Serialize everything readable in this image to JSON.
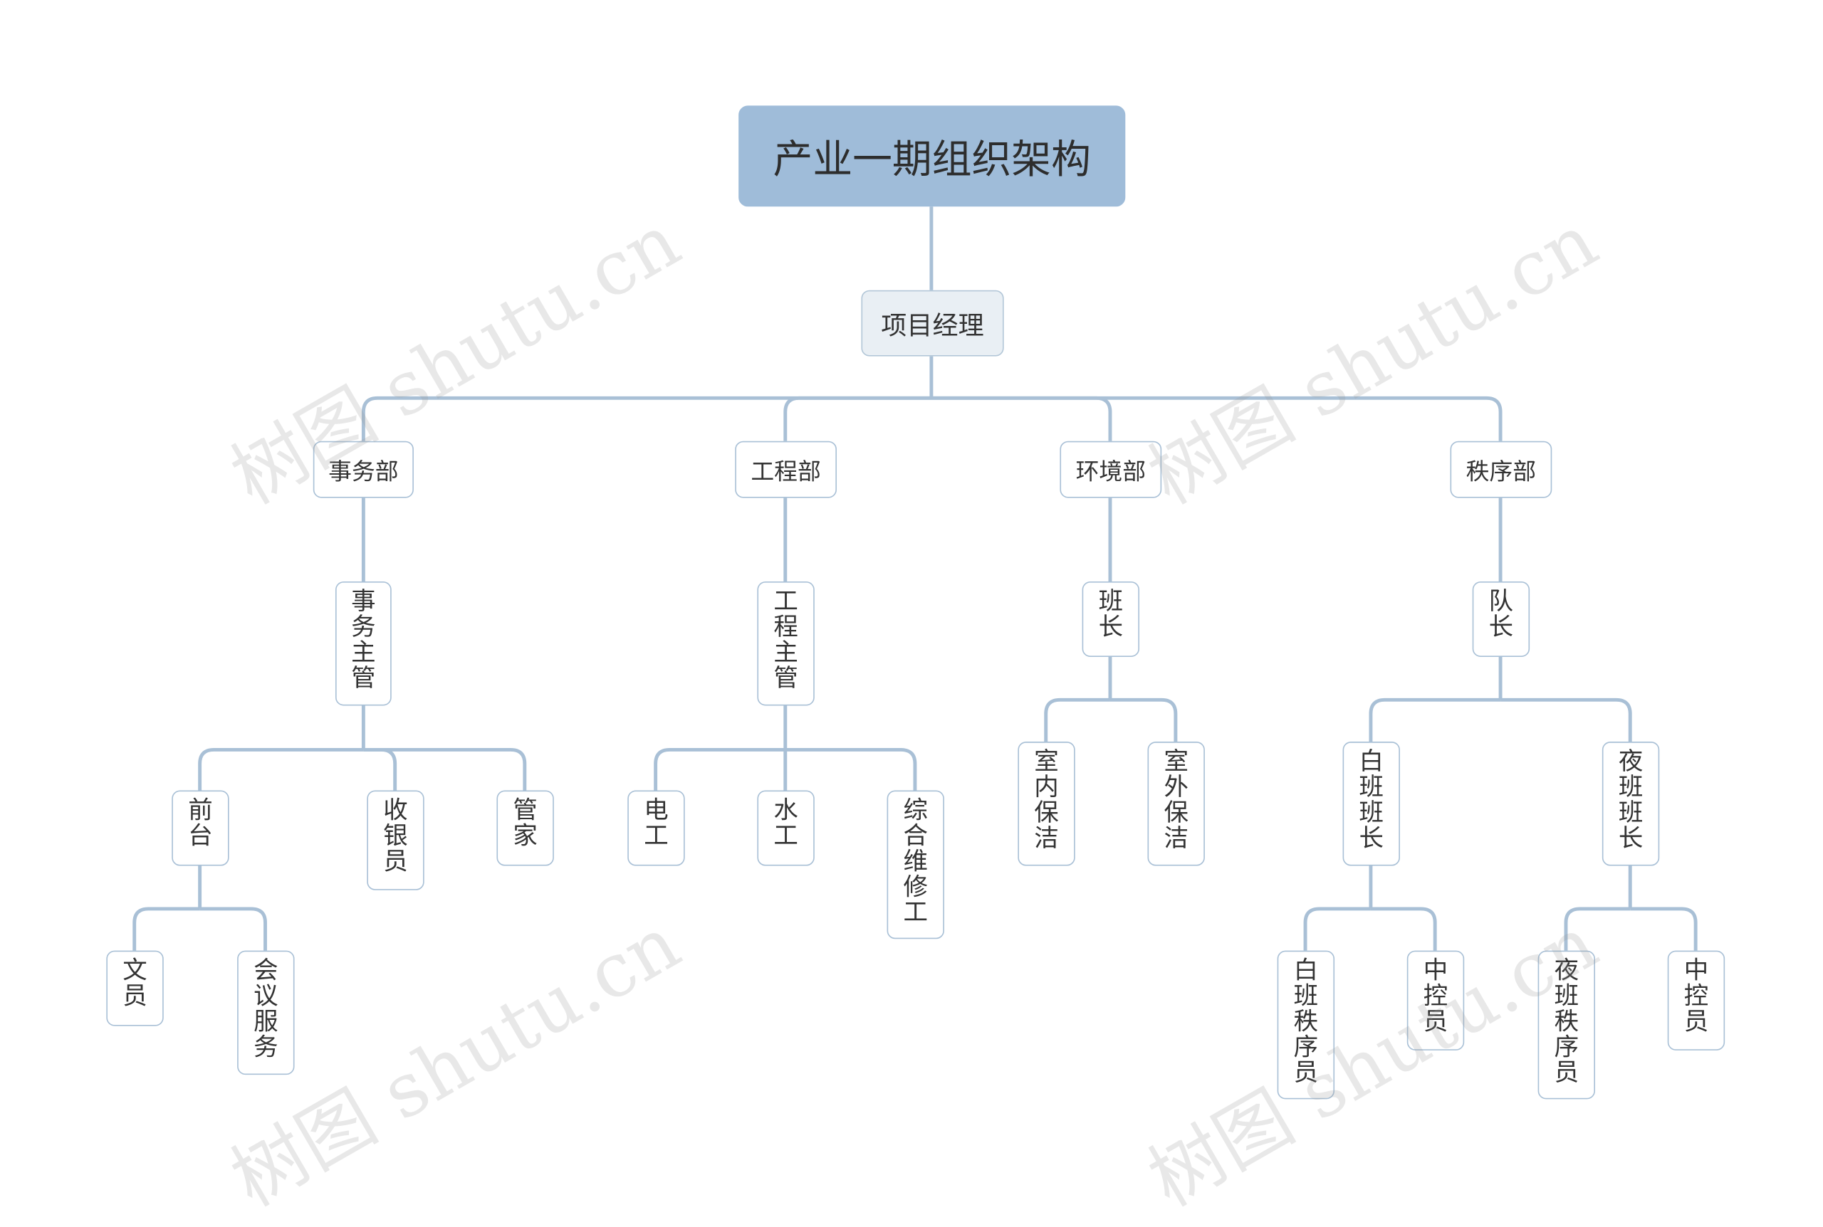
{
  "title": "产业一期组织架构",
  "manager": "项目经理",
  "departments": {
    "affairs": {
      "name": "事务部",
      "lead": "事务主管",
      "members": [
        "前台",
        "收银员",
        "管家"
      ],
      "front_desk_sub": [
        "文员",
        "会议服务"
      ]
    },
    "engineering": {
      "name": "工程部",
      "lead": "工程主管",
      "members": [
        "电工",
        "水工",
        "综合维修工"
      ]
    },
    "environment": {
      "name": "环境部",
      "lead": "班长",
      "members": [
        "室内保洁",
        "室外保洁"
      ]
    },
    "order": {
      "name": "秩序部",
      "lead": "队长",
      "day_leader": "白班班长",
      "night_leader": "夜班班长",
      "day_members": [
        "白班秩序员",
        "中控员"
      ],
      "night_members": [
        "夜班秩序员",
        "中控员"
      ]
    }
  },
  "watermark": "树图 shutu.cn",
  "colors": {
    "root_fill": "#9fbcd9",
    "line": "#a9c0d6",
    "node_border": "#a9c0d6",
    "level1_fill": "#e9eff4"
  }
}
